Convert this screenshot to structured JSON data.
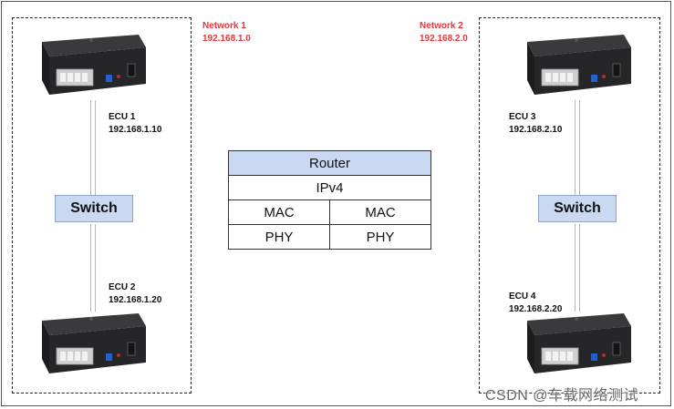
{
  "networks": [
    {
      "name": "Network 1",
      "subnet": "192.168.1.0"
    },
    {
      "name": "Network 2",
      "subnet": "192.168.2.0"
    }
  ],
  "ecus": [
    {
      "name": "ECU 1",
      "ip": "192.168.1.10"
    },
    {
      "name": "ECU 2",
      "ip": "192.168.1.20"
    },
    {
      "name": "ECU 3",
      "ip": "192.168.2.10"
    },
    {
      "name": "ECU 4",
      "ip": "192.168.2.20"
    }
  ],
  "switch_label": "Switch",
  "router": {
    "title": "Router",
    "network_layer": "IPv4",
    "mac_left": "MAC",
    "mac_right": "MAC",
    "phy_left": "PHY",
    "phy_right": "PHY"
  },
  "watermark": "CSDN @车载网络测试",
  "colors": {
    "network_label": "#e8343a",
    "switch_fill": "#c9d9f1",
    "router_header_fill": "#c9d9f1"
  }
}
